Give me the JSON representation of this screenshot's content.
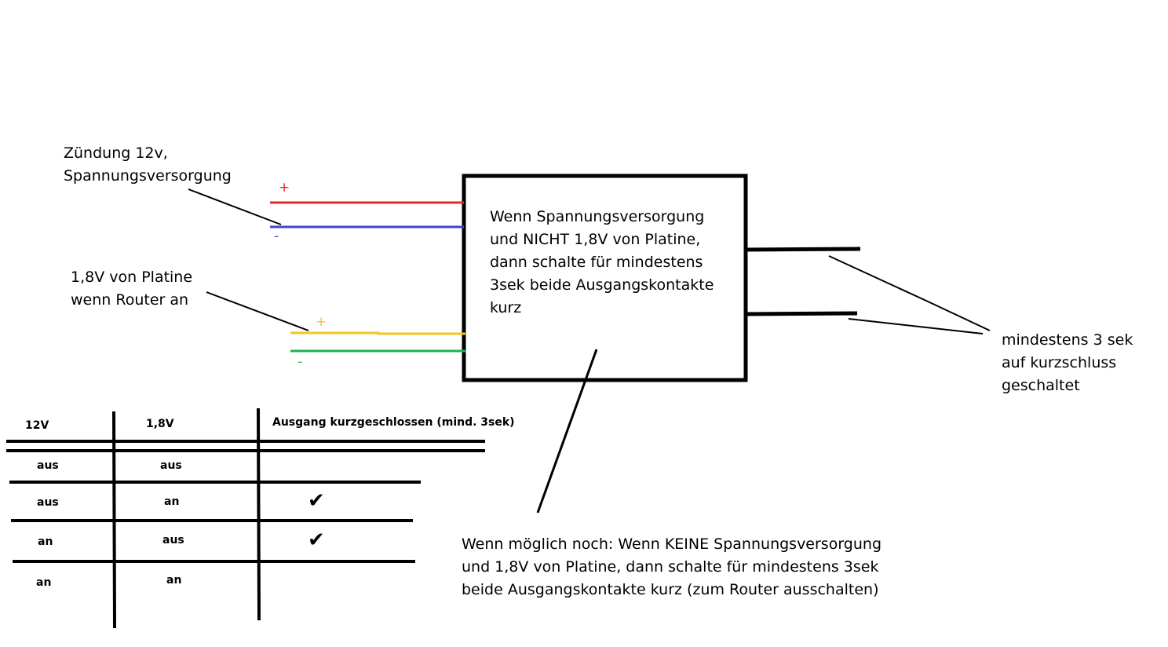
{
  "labels": {
    "ignition_line1": "Zündung 12v,",
    "ignition_line2": "Spannungsversorgung",
    "platine_line1": "1,8V von Platine",
    "platine_line2": "wenn Router an",
    "box_line1": "Wenn Spannungsversorgung",
    "box_line2": "und NICHT 1,8V von Platine,",
    "box_line3": "dann schalte für mindestens",
    "box_line4": "3sek beide Ausgangskontakte",
    "box_line5": "kurz",
    "output_line1": "mindestens 3 sek",
    "output_line2": "auf kurzschluss",
    "output_line3": "geschaltet",
    "note_line1": "Wenn möglich noch: Wenn KEINE Spannungsversorgung",
    "note_line2": "und 1,8V von Platine, dann schalte für mindestens 3sek",
    "note_line3": "beide Ausgangskontakte kurz (zum Router ausschalten)"
  },
  "signs": {
    "red_plus": "+",
    "blue_minus": "-",
    "yellow_plus": "+",
    "green_minus": "-"
  },
  "colors": {
    "red_wire": "#e8262c",
    "blue_wire": "#3f48cc",
    "yellow_wire": "#f5c61c",
    "green_wire": "#22b14c"
  },
  "table": {
    "headers": [
      "12V",
      "1,8V",
      "Ausgang kurzgeschlossen (mind. 3sek)"
    ],
    "rows": [
      {
        "v12": "aus",
        "v18": "aus",
        "out": ""
      },
      {
        "v12": "aus",
        "v18": "an",
        "out": "✔"
      },
      {
        "v12": "an",
        "v18": "aus",
        "out": "✔"
      },
      {
        "v12": "an",
        "v18": "an",
        "out": ""
      }
    ]
  }
}
